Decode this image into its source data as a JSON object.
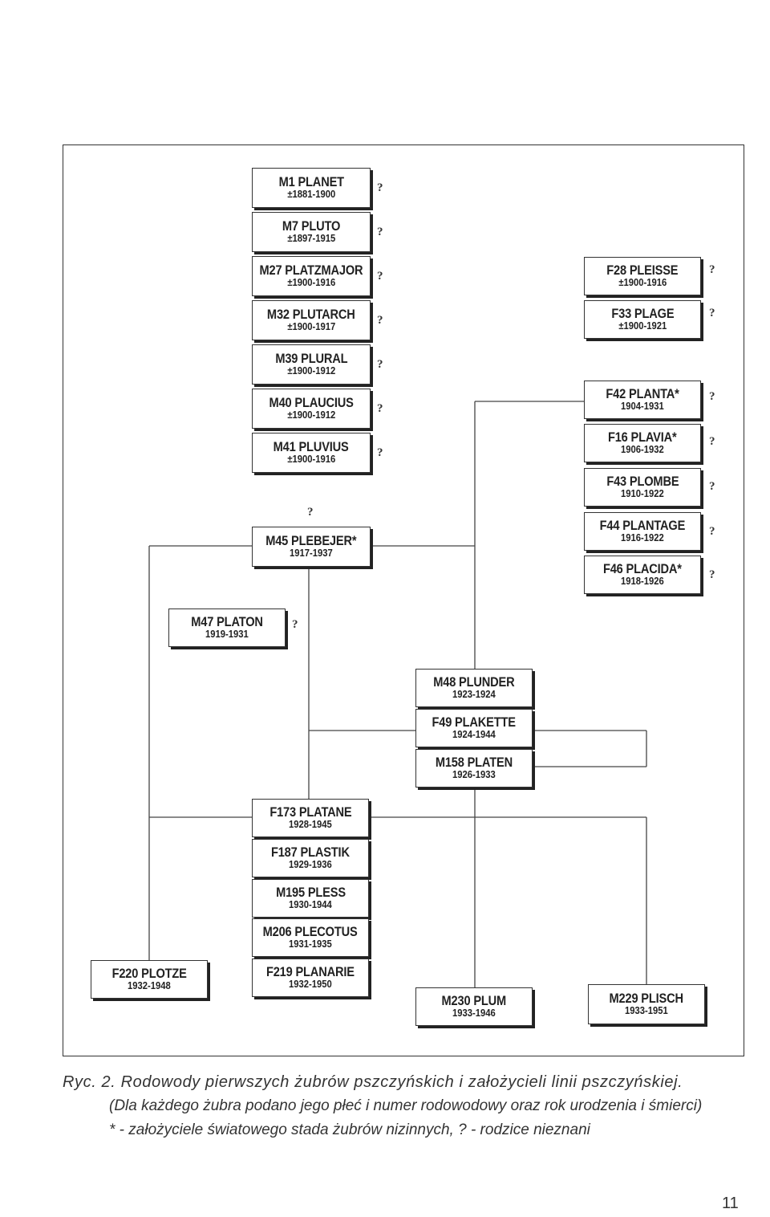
{
  "animals": [
    {
      "id": "m1",
      "name": "M1 PLANET",
      "years": "±1881-1900",
      "parents": "?"
    },
    {
      "id": "m7",
      "name": "M7 PLUTO",
      "years": "±1897-1915",
      "parents": "?"
    },
    {
      "id": "m27",
      "name": "M27 PLATZMAJOR",
      "years": "±1900-1916",
      "parents": "?"
    },
    {
      "id": "m32",
      "name": "M32 PLUTARCH",
      "years": "±1900-1917",
      "parents": "?"
    },
    {
      "id": "m39",
      "name": "M39 PLURAL",
      "years": "±1900-1912",
      "parents": "?"
    },
    {
      "id": "m40",
      "name": "M40 PLAUCIUS",
      "years": "±1900-1912",
      "parents": "?"
    },
    {
      "id": "m41",
      "name": "M41 PLUVIUS",
      "years": "±1900-1916",
      "parents": "?"
    },
    {
      "id": "m45",
      "name": "M45 PLEBEJER*",
      "years": "1917-1937",
      "parents": "?"
    },
    {
      "id": "f28",
      "name": "F28 PLEISSE",
      "years": "±1900-1916",
      "parents": "?"
    },
    {
      "id": "f33",
      "name": "F33 PLAGE",
      "years": "±1900-1921",
      "parents": "?"
    },
    {
      "id": "f42",
      "name": "F42 PLANTA*",
      "years": "1904-1931",
      "parents": "?"
    },
    {
      "id": "f16",
      "name": "F16 PLAVIA*",
      "years": "1906-1932",
      "parents": "?"
    },
    {
      "id": "f43",
      "name": "F43 PLOMBE",
      "years": "1910-1922",
      "parents": "?"
    },
    {
      "id": "f44",
      "name": "F44 PLANTAGE",
      "years": "1916-1922",
      "parents": "?"
    },
    {
      "id": "f46",
      "name": "F46 PLACIDA*",
      "years": "1918-1926",
      "parents": "?"
    },
    {
      "id": "m47",
      "name": "M47 PLATON",
      "years": "1919-1931",
      "parents": "?"
    },
    {
      "id": "m48",
      "name": "M48 PLUNDER",
      "years": "1923-1924"
    },
    {
      "id": "f49",
      "name": "F49 PLAKETTE",
      "years": "1924-1944"
    },
    {
      "id": "m158",
      "name": "M158 PLATEN",
      "years": "1926-1933"
    },
    {
      "id": "f173",
      "name": "F173 PLATANE",
      "years": "1928-1945"
    },
    {
      "id": "f187",
      "name": "F187 PLASTIK",
      "years": "1929-1936"
    },
    {
      "id": "m195",
      "name": "M195 PLESS",
      "years": "1930-1944"
    },
    {
      "id": "m206",
      "name": "M206 PLECOTUS",
      "years": "1931-1935"
    },
    {
      "id": "f219",
      "name": "F219 PLANARIE",
      "years": "1932-1950"
    },
    {
      "id": "f220",
      "name": "F220 PLOTZE",
      "years": "1932-1948"
    },
    {
      "id": "m230",
      "name": "M230 PLUM",
      "years": "1933-1946"
    },
    {
      "id": "m229",
      "name": "M229 PLISCH",
      "years": "1933-1951"
    }
  ],
  "caption": {
    "line1": "Ryc. 2. Rodowody pierwszych żubrów pszczyńskich i założycieli linii pszczyńskiej.",
    "line2": "(Dla każdego żubra podano jego płeć i numer rodowodowy oraz rok urodzenia i śmierci)",
    "line3": "* - założyciele światowego stada żubrów nizinnych, ? - rodzice nieznani"
  },
  "page_number": "11"
}
